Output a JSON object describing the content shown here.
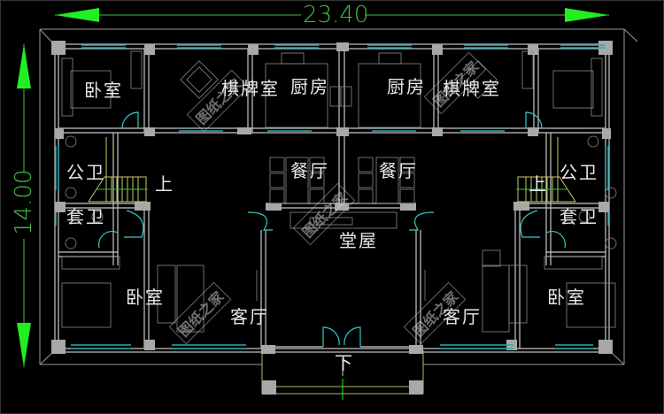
{
  "drawing": {
    "type": "floor-plan",
    "background": "#000000",
    "colors": {
      "wall": "#c8c8c8",
      "column": "#a8a8a8",
      "window": "#2aa9a9",
      "door": "#36c9c9",
      "stair": "#c8c86a",
      "dimension_arrow": "#22ee22",
      "dimension_text": "#3fbf3f",
      "label": "#e8e8e8"
    }
  },
  "dimensions": {
    "width": "23.40",
    "depth": "14.00"
  },
  "rooms": {
    "bedroom_top_left": "卧室",
    "mahjong_left": "棋牌室",
    "kitchen_left": "厨房",
    "kitchen_right": "厨房",
    "mahjong_right": "棋牌室",
    "dining_left": "餐厅",
    "dining_right": "餐厅",
    "main_hall": "堂屋",
    "public_wc_left": "公卫",
    "ensuite_wc_left": "套卫",
    "public_wc_right": "公卫",
    "ensuite_wc_right": "套卫",
    "bedroom_bottom_left": "卧室",
    "bedroom_bottom_right": "卧室",
    "living_left": "客厅",
    "living_right": "客厅"
  },
  "annotations": {
    "stair_up_left": "上",
    "stair_up_right": "上",
    "entry_down": "下"
  },
  "watermark": "图纸之家"
}
